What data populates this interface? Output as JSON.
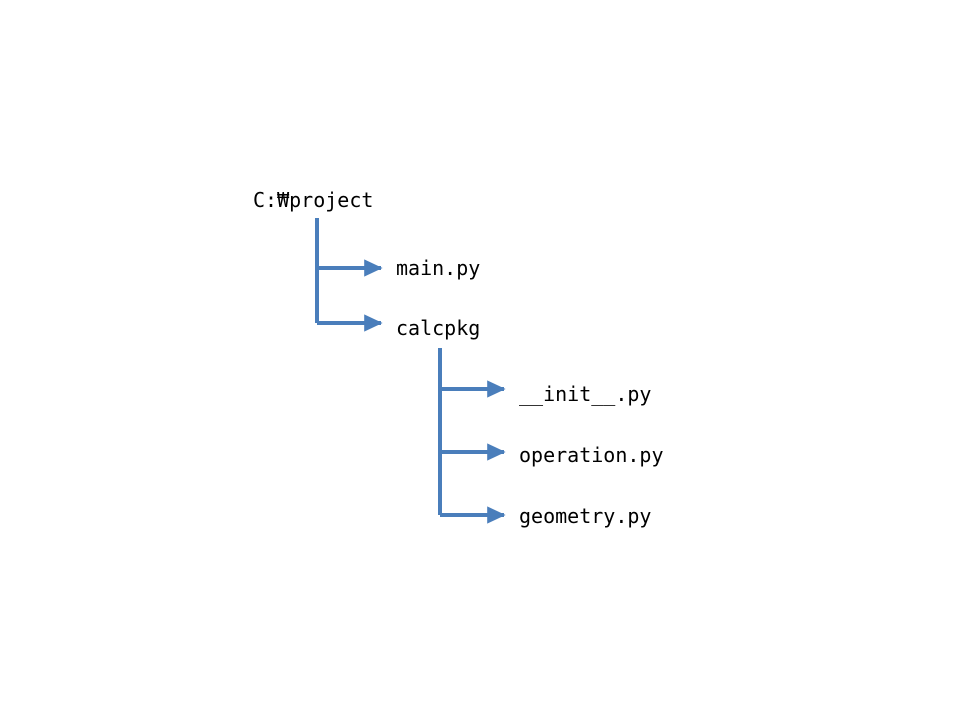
{
  "diagram": {
    "title": "Python project directory tree",
    "background_color": "#ffffff",
    "connector_color": "#4a7ebb",
    "text_color": "#000000",
    "nodes": {
      "root": "C:₩project",
      "main": "main.py",
      "package": "calcpkg",
      "init": "__init__.py",
      "operation": "operation.py",
      "geometry": "geometry.py"
    },
    "tree": [
      {
        "label": "C:₩project",
        "level": 0,
        "children": [
          {
            "label": "main.py",
            "level": 1,
            "children": []
          },
          {
            "label": "calcpkg",
            "level": 1,
            "children": [
              {
                "label": "__init__.py",
                "level": 2,
                "children": []
              },
              {
                "label": "operation.py",
                "level": 2,
                "children": []
              },
              {
                "label": "geometry.py",
                "level": 2,
                "children": []
              }
            ]
          }
        ]
      }
    ]
  }
}
